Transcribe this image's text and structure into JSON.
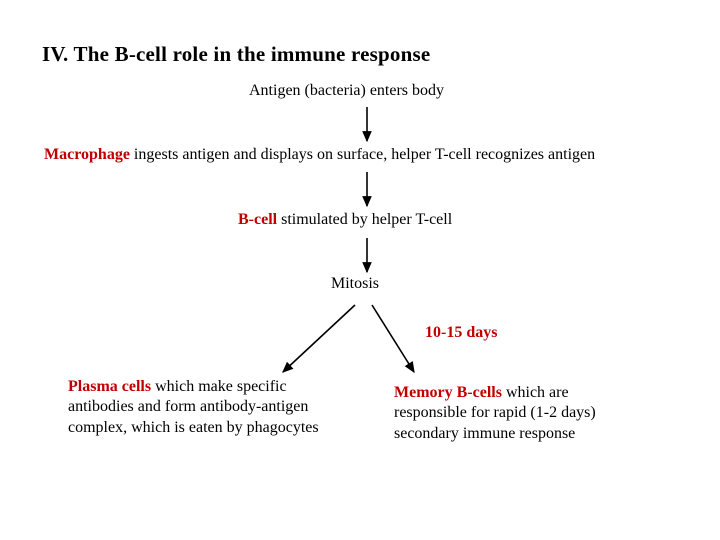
{
  "slide": {
    "title": "IV.  The B-cell role in the immune response",
    "steps": {
      "antigen": "Antigen (bacteria) enters body",
      "macrophage_red": "Macrophage",
      "macrophage_rest": " ingests antigen and displays on surface, helper T-cell recognizes antigen",
      "bcell_red": "B-cell",
      "bcell_rest": " stimulated by helper T-cell",
      "mitosis": "Mitosis",
      "days": "10-15 days"
    },
    "branches": {
      "plasma_red": "Plasma cells",
      "plasma_rest": " which make specific antibodies and form antibody-antigen complex, which is eaten by phagocytes",
      "memory_red": "Memory B-cells",
      "memory_rest": " which are responsible for rapid (1-2 days) secondary immune response"
    },
    "colors": {
      "accent_red": "#c00000",
      "text": "#000000",
      "background": "#ffffff"
    },
    "arrows": {
      "antigen_to_macrophage": "down-arrow",
      "macrophage_to_bcell": "down-arrow",
      "bcell_to_mitosis": "down-arrow",
      "mitosis_to_plasma": "down-left-arrow",
      "mitosis_to_memory": "down-right-arrow"
    }
  }
}
